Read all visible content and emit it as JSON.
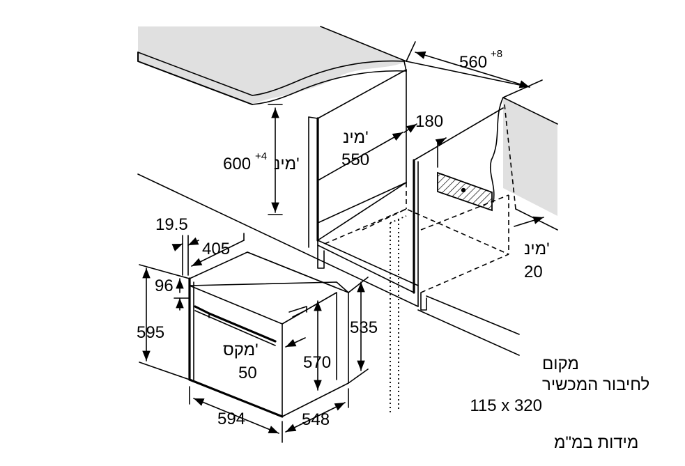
{
  "diagram": {
    "title": "מידות במ\"מ",
    "labels": {
      "niche_width_main": "560",
      "niche_width_sup": "+8",
      "niche_height_main": "600",
      "niche_height_sup": "+4",
      "niche_height_prefix": "מינ'",
      "depth_min_word": "מינ'",
      "depth_min_value": "550",
      "gap_180": "180",
      "side_min_word": "מינ'",
      "side_min_value": "20",
      "dim_19_5": "19.5",
      "dim_405": "405",
      "dim_96": "96",
      "dim_595": "595",
      "dim_535": "535",
      "dim_570": "570",
      "max_word": "מקס'",
      "max_value": "50",
      "dim_594": "594",
      "dim_548": "548",
      "connection_line1": "מקום",
      "connection_line2": "לחיבור המכשיר",
      "connection_line3": "115 x 320"
    }
  }
}
